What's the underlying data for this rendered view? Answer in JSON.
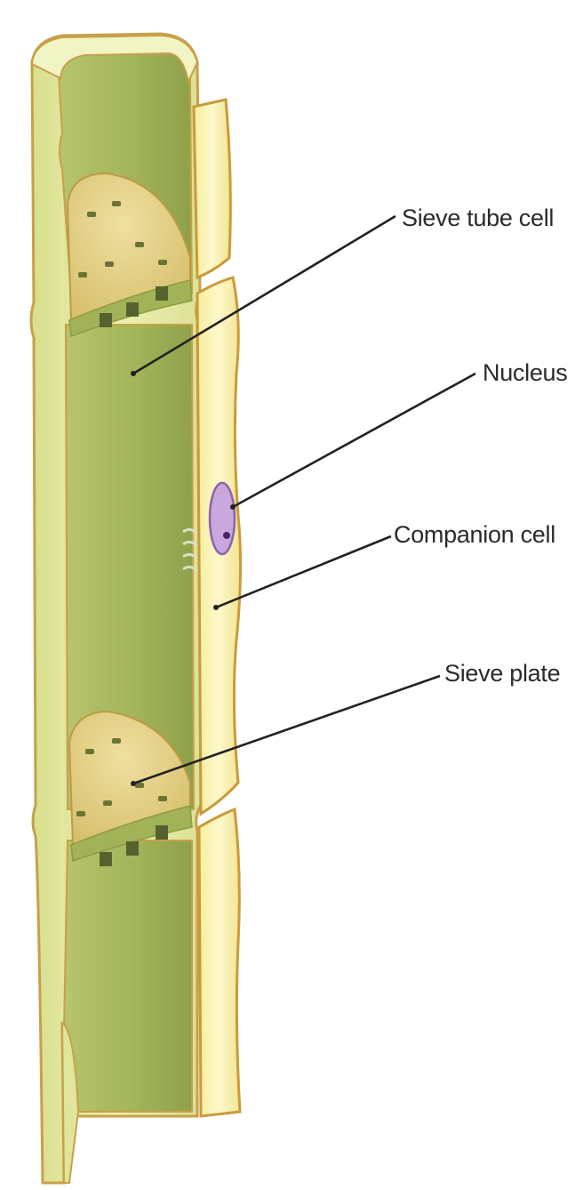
{
  "labels": {
    "sieve_tube_cell": "Sieve tube cell",
    "nucleus": "Nucleus",
    "companion_cell": "Companion cell",
    "sieve_plate": "Sieve plate"
  },
  "colors": {
    "tube_outer": "#e6eba0",
    "tube_inner": "#a9ba61",
    "tube_inner_light": "#c8d27f",
    "tube_outline": "#c99b3a",
    "companion_fill": "#fbf5bf",
    "plate_fill": "#e3cf86",
    "pore": "#5d6a30",
    "nucleus_fill": "#c7a6dc",
    "nucleus_outline": "#8c63aa",
    "nucleolus": "#4e2a6b",
    "leader_line": "#222222"
  }
}
